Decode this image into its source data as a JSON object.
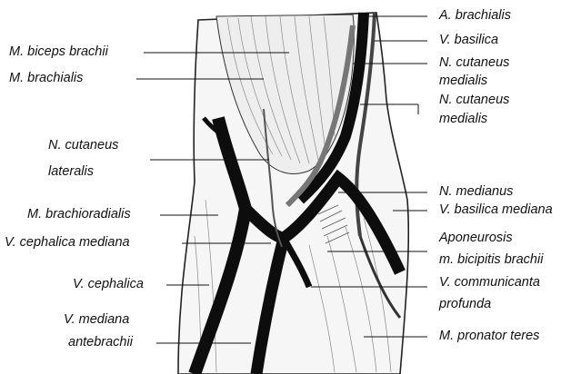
{
  "labels_left": {
    "biceps": "M. biceps brachii",
    "brachialis": "M. brachialis",
    "cut_lat_1": "N. cutaneus",
    "cut_lat_2": "lateralis",
    "brachioradialis": "M. brachioradialis",
    "ceph_med": "V. cephalica mediana",
    "cephalica": "V. cephalica",
    "med_ante_1": "V. mediana",
    "med_ante_2": "antebrachii"
  },
  "labels_right": {
    "art_brach": "A. brachialis",
    "basilica": "V. basilica",
    "cut_med1_1": "N. cutaneus",
    "cut_med1_2": "medialis",
    "cut_med2_1": "N. cutaneus",
    "cut_med2_2": "medialis",
    "medianus": "N. medianus",
    "bas_med": "V. basilica mediana",
    "apon_1": "Aponeurosis",
    "apon_2": "m. bicipitis brachii",
    "comm_1": "V. communicanta",
    "comm_2": "profunda",
    "pronator": "M. pronator teres"
  },
  "colors": {
    "ink": "#111111",
    "muscle_fill": "#f4f4f4",
    "vessel": "#0d0d0d"
  }
}
